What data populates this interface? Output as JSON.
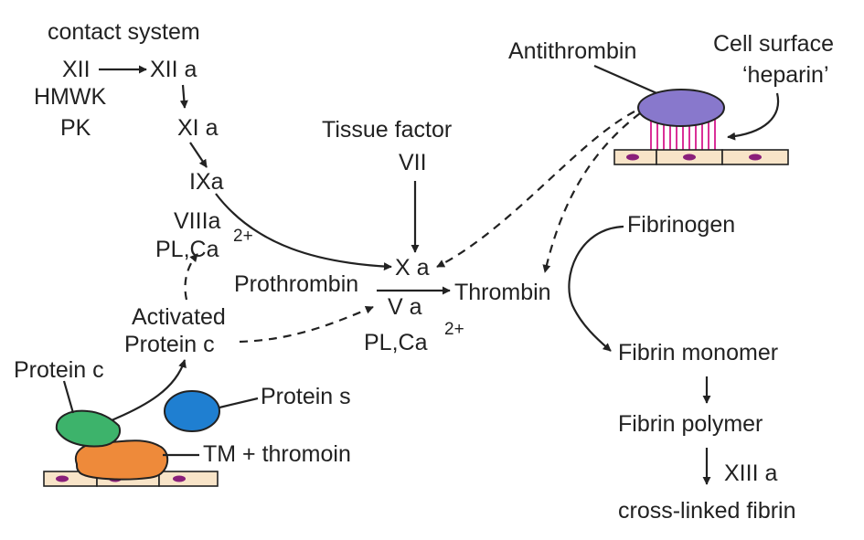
{
  "labels": {
    "contact_system": "contact system",
    "xii": "XII",
    "xiia": "XII  a",
    "hmwk": "HMWK",
    "pk": "PK",
    "xia": "XI  a",
    "ixa": "IXa",
    "viiia": "VIIIa",
    "pl_ca_left": "PL,Ca",
    "pl_ca_left_sup": "2+",
    "tissue_factor": "Tissue factor",
    "vii": "VII",
    "xa": "X a",
    "prothrombin": "Prothrombin",
    "va": "V a",
    "pl_ca_center": "PL,Ca",
    "pl_ca_center_sup": "2+",
    "thrombin": "Thrombin",
    "activated": "Activated",
    "protein_c_activated": "Protein c",
    "protein_c": "Protein c",
    "protein_s": "Protein s",
    "tm_thromoin": "TM + thromoin",
    "antithrombin": "Antithrombin",
    "cell_surface": "Cell surface",
    "heparin": "‘heparin’",
    "fibrinogen": "Fibrinogen",
    "fibrin_monomer": "Fibrin monomer",
    "fibrin_polymer": "Fibrin polymer",
    "xiiia": "XIII a",
    "cross_linked_fibrin": "cross-linked fibrin"
  },
  "colors": {
    "protein_c": "#3db36b",
    "protein_s": "#1f7fd1",
    "tm_thromoin": "#ee8a3a",
    "antithrombin": "#8878cc",
    "heparin_lines": "#d61a8c",
    "cell": "#f8e4c8",
    "nucleus": "#8a1f7a"
  }
}
